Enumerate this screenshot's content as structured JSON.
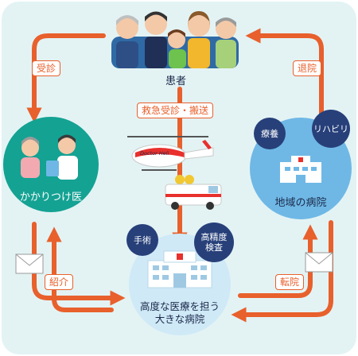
{
  "patient": {
    "label": "患者"
  },
  "arrows": {
    "consult": "受診",
    "discharge": "退院",
    "emergency": "救急受診・搬送",
    "referral": "紹介",
    "transfer": "転院"
  },
  "nodes": {
    "family_doctor": "かかりつけ医",
    "regional_hospital": "地域の病院",
    "major_hospital_line1": "高度な医療を担う",
    "major_hospital_line2": "大きな病院"
  },
  "bubbles": {
    "care": "療養",
    "rehab": "リハビリ",
    "surgery": "手術",
    "exam_line1": "高精度",
    "exam_line2": "検査"
  },
  "helicopter_label": "Doctor Heli",
  "colors": {
    "background": "#e3f3f4",
    "arrow": "#e8602c",
    "teal_circle": "#14a293",
    "blue_circle": "#6fb8e6",
    "light_circle": "#cfe9f7",
    "bubble": "#27407a"
  }
}
